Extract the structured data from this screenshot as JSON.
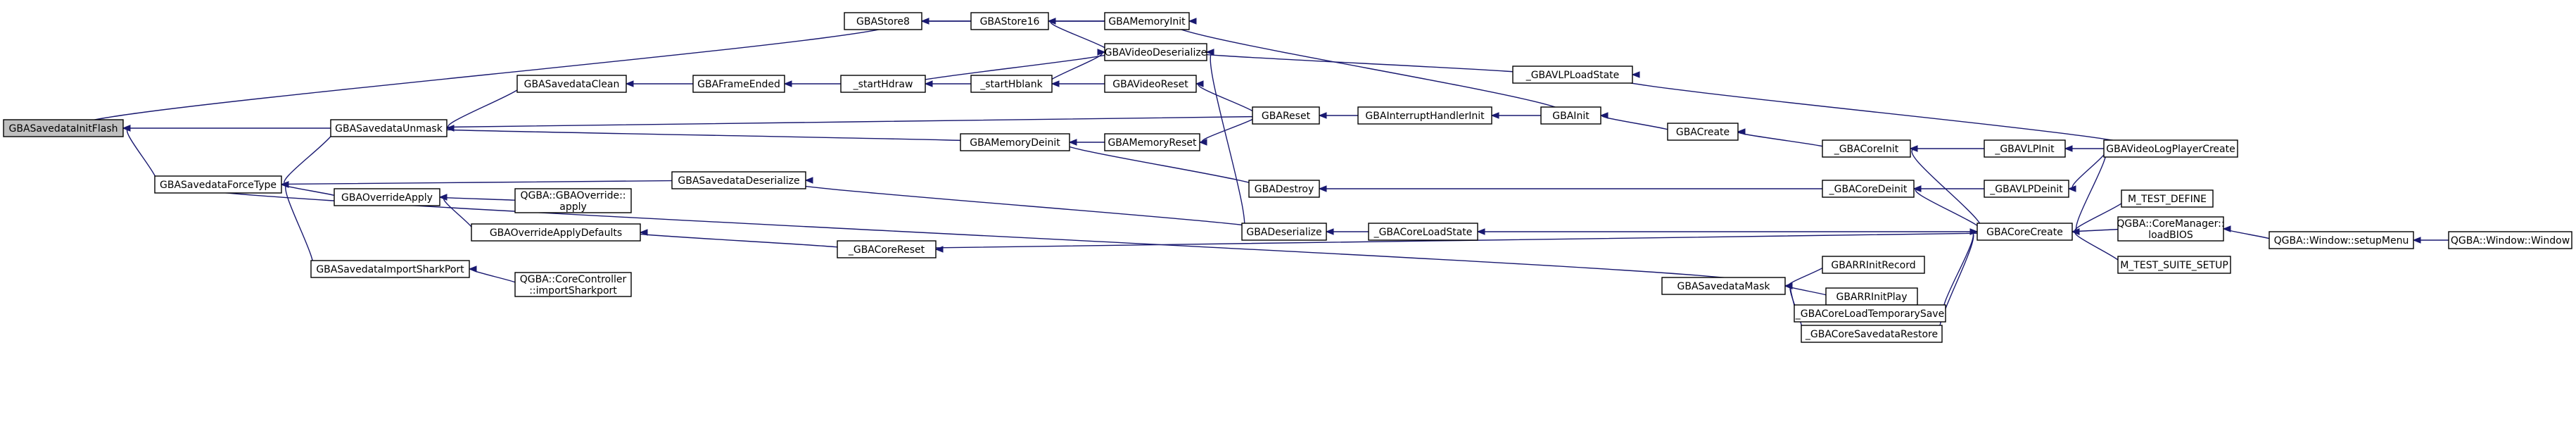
{
  "colors": {
    "edge": "#191970",
    "root_fill": "#bfbfbf",
    "node_fill": "#ffffff",
    "border": "#000000"
  },
  "nodes": {
    "n1": {
      "label": [
        "GBASavedataInitFlash"
      ]
    },
    "n2": {
      "label": [
        "GBAStore8"
      ]
    },
    "n3": {
      "label": [
        "GBAStore16"
      ]
    },
    "n4": {
      "label": [
        "GBAMemoryInit"
      ]
    },
    "n5": {
      "label": [
        "GBAVideoDeserialize"
      ]
    },
    "n6": {
      "label": [
        "GBASavedataClean"
      ]
    },
    "n7": {
      "label": [
        "GBAFrameEnded"
      ]
    },
    "n8": {
      "label": [
        "_startHdraw"
      ]
    },
    "n9": {
      "label": [
        "_startHblank"
      ]
    },
    "n10": {
      "label": [
        "GBAVideoReset"
      ]
    },
    "n11": {
      "label": [
        "GBASavedataUnmask"
      ]
    },
    "n12": {
      "label": [
        "GBAMemoryDeinit"
      ]
    },
    "n13": {
      "label": [
        "GBAMemoryReset"
      ]
    },
    "n14": {
      "label": [
        "GBAReset"
      ]
    },
    "n15": {
      "label": [
        "GBAInterruptHandlerInit"
      ]
    },
    "n16": {
      "label": [
        "GBAInit"
      ]
    },
    "n17": {
      "label": [
        "_GBAVLPLoadState"
      ]
    },
    "n18": {
      "label": [
        "GBACreate"
      ]
    },
    "n19": {
      "label": [
        "_GBACoreInit"
      ]
    },
    "n20": {
      "label": [
        "_GBAVLPInit"
      ]
    },
    "n21": {
      "label": [
        "GBAVideoLogPlayerCreate"
      ]
    },
    "n22": {
      "label": [
        "GBASavedataForceType"
      ]
    },
    "n23": {
      "label": [
        "GBASavedataDeserialize"
      ]
    },
    "n24": {
      "label": [
        "GBADestroy"
      ]
    },
    "n25": {
      "label": [
        "_GBACoreDeinit"
      ]
    },
    "n26": {
      "label": [
        "_GBAVLPDeinit"
      ]
    },
    "n27": {
      "label": [
        "GBAOverrideApply"
      ]
    },
    "n28": {
      "label": [
        "QGBA::GBAOverride::",
        "apply"
      ]
    },
    "n29": {
      "label": [
        "GBADeserialize"
      ]
    },
    "n30": {
      "label": [
        "_GBACoreLoadState"
      ]
    },
    "n31": {
      "label": [
        "GBACoreCreate"
      ]
    },
    "n32": {
      "label": [
        "M_TEST_DEFINE"
      ]
    },
    "n33": {
      "label": [
        "GBAOverrideApplyDefaults"
      ]
    },
    "n34": {
      "label": [
        "_GBACoreReset"
      ]
    },
    "n35": {
      "label": [
        "QGBA::CoreManager::",
        "loadBIOS"
      ]
    },
    "n36": {
      "label": [
        "QGBA::Window::setupMenu"
      ]
    },
    "n37": {
      "label": [
        "QGBA::Window::Window"
      ]
    },
    "n38": {
      "label": [
        "GBASavedataImportSharkPort"
      ]
    },
    "n39": {
      "label": [
        "QGBA::CoreController",
        "::importSharkport"
      ]
    },
    "n40": {
      "label": [
        "M_TEST_SUITE_SETUP"
      ]
    },
    "n41": {
      "label": [
        "GBARRInitRecord"
      ]
    },
    "n42": {
      "label": [
        "GBASavedataMask"
      ]
    },
    "n43": {
      "label": [
        "GBARRInitPlay"
      ]
    },
    "n44": {
      "label": [
        "_GBACoreLoadTemporarySave"
      ]
    },
    "n45": {
      "label": [
        "_GBACoreSavedataRestore"
      ]
    }
  }
}
